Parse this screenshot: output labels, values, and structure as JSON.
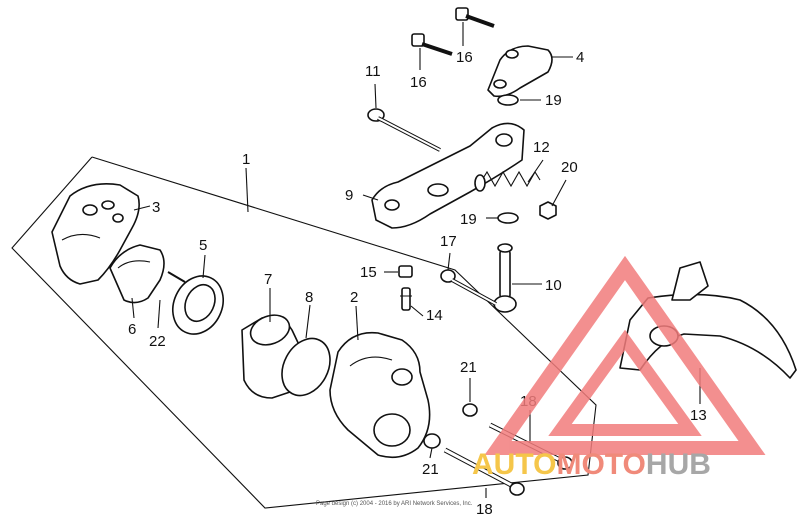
{
  "callouts": {
    "c1": "1",
    "c2": "2",
    "c3": "3",
    "c4": "4",
    "c5": "5",
    "c6": "6",
    "c7": "7",
    "c8": "8",
    "c9": "9",
    "c10": "10",
    "c11": "11",
    "c12": "12",
    "c13": "13",
    "c14": "14",
    "c15": "15",
    "c16a": "16",
    "c16b": "16",
    "c17": "17",
    "c18a": "18",
    "c18b": "18",
    "c19a": "19",
    "c19b": "19",
    "c20": "20",
    "c21a": "21",
    "c21b": "21",
    "c22": "22"
  },
  "footer": {
    "line1": "Page design (c) 2004 - 2016 by ARI Network Services, Inc."
  },
  "watermark": {
    "part1": "AUTO",
    "part2": "MOTO",
    "part3": "HUB",
    "color_auto": "#f5c64a",
    "color_moto": "#f08a7a",
    "color_hub": "#a7a7a7",
    "triangle_color": "#f27c7c"
  }
}
